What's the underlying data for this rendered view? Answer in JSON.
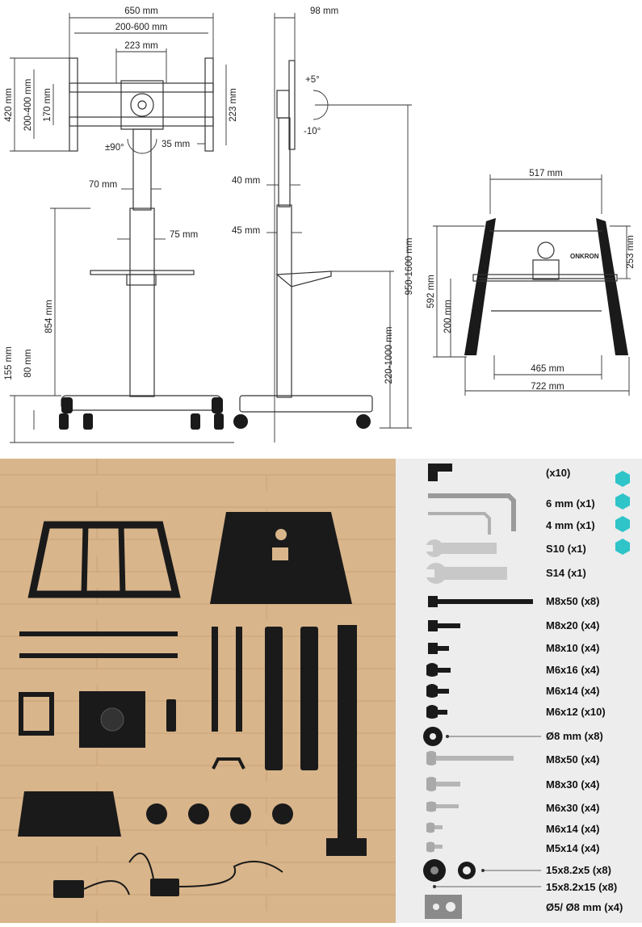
{
  "front_view": {
    "dims": {
      "width_total": "650 mm",
      "vesa_range": "200-600 mm",
      "center_spacing": "223 mm",
      "height_total": "420 mm",
      "vesa_vertical": "200-400 mm",
      "plate_height": "170 mm",
      "plate_right": "223 mm",
      "rotate": "±90°",
      "bracket_width": "35 mm",
      "upper_pole": "70 mm",
      "lower_pole": "75 mm",
      "shelf_height": "854 mm",
      "base_height": "155 mm",
      "base_low": "80 mm"
    }
  },
  "side_view": {
    "dims": {
      "depth_top": "98 mm",
      "tilt_up": "+5°",
      "tilt_down": "-10°",
      "upper_pole": "40 mm",
      "lower_pole": "45 mm",
      "total_height": "950-1600 mm",
      "shelf_range": "220-1000 mm"
    }
  },
  "base_view": {
    "dims": {
      "top_width": "517 mm",
      "right_height": "253 mm",
      "total_height": "592 mm",
      "inner_height": "200 mm",
      "inner_width": "465 mm",
      "bottom_width": "722 mm"
    },
    "brand": "ONKRON"
  },
  "parts_list": [
    {
      "icon": "allen-key-small-icon",
      "label": "(x10)"
    },
    {
      "icon": "allen-key-icon",
      "label": "6 mm (x1)"
    },
    {
      "icon": "allen-key-icon",
      "label": "4 mm (x1)"
    },
    {
      "icon": "wrench-icon",
      "label": "S10 (x1)"
    },
    {
      "icon": "wrench-icon",
      "label": "S14 (x1)"
    },
    {
      "icon": "bolt-icon",
      "label": "M8x50 (x8)"
    },
    {
      "icon": "bolt-icon",
      "label": "M8x20 (x4)"
    },
    {
      "icon": "bolt-icon",
      "label": "M8x10 (x4)"
    },
    {
      "icon": "screw-icon",
      "label": "M6x16 (x4)"
    },
    {
      "icon": "screw-icon",
      "label": "M6x14 (x4)"
    },
    {
      "icon": "screw-icon",
      "label": "M6x12 (x10)"
    },
    {
      "icon": "washer-icon",
      "label": "Ø8 mm (x8)"
    },
    {
      "icon": "bolt-icon",
      "label": "M8x50 (x4)"
    },
    {
      "icon": "bolt-icon",
      "label": "M8x30 (x4)"
    },
    {
      "icon": "bolt-icon",
      "label": "M6x30 (x4)"
    },
    {
      "icon": "screw-icon",
      "label": "M6x14 (x4)"
    },
    {
      "icon": "screw-icon",
      "label": "M5x14 (x4)"
    },
    {
      "icon": "spacer-icon",
      "label": "15x8.2x5 (x8)"
    },
    {
      "icon": "spacer-icon",
      "label": "15x8.2x15 (x8)"
    },
    {
      "icon": "plate-icon",
      "label": "Ø5/ Ø8 mm (x4)"
    }
  ],
  "colors": {
    "wood": "#d8b48a",
    "metal": "#1a1a1a",
    "accent_teal": "#2ec4c8"
  }
}
